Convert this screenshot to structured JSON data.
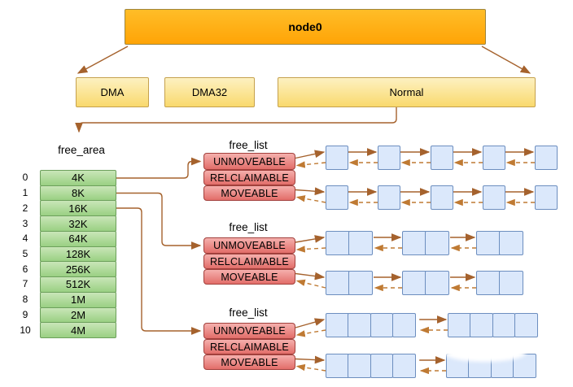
{
  "root": {
    "label": "node0"
  },
  "zones": [
    {
      "label": "DMA"
    },
    {
      "label": "DMA32"
    },
    {
      "label": "Normal"
    }
  ],
  "free_area": {
    "title": "free_area",
    "orders": [
      "0",
      "1",
      "2",
      "3",
      "4",
      "5",
      "6",
      "7",
      "8",
      "9",
      "10"
    ],
    "sizes": [
      "4K",
      "8K",
      "16K",
      "32K",
      "64K",
      "128K",
      "256K",
      "512K",
      "1M",
      "2M",
      "4M"
    ]
  },
  "free_lists": [
    {
      "title": "free_list",
      "categories": [
        "UNMOVEABLE",
        "RELCLAIMABLE",
        "MOVEABLE"
      ],
      "rows": [
        {
          "blocks": 5,
          "cells_per_block": 1
        },
        {
          "blocks": 5,
          "cells_per_block": 1
        }
      ]
    },
    {
      "title": "free_list",
      "categories": [
        "UNMOVEABLE",
        "RELCLAIMABLE",
        "MOVEABLE"
      ],
      "rows": [
        {
          "blocks": 3,
          "cells_per_block": 2
        },
        {
          "blocks": 3,
          "cells_per_block": 2
        }
      ]
    },
    {
      "title": "free_list",
      "categories": [
        "UNMOVEABLE",
        "RELCLAIMABLE",
        "MOVEABLE"
      ],
      "rows": [
        {
          "blocks": 2,
          "cells_per_block": 4
        },
        {
          "blocks": 2,
          "cells_per_block": 4
        }
      ]
    }
  ],
  "colors": {
    "node_fill_top": "#ffbd28",
    "node_fill_bottom": "#ffa406",
    "node_border": "#9d8640",
    "zone_fill_top": "#fdf1c1",
    "zone_fill_bottom": "#f9d96d",
    "zone_border": "#c5a14e",
    "area_fill_top": "#c9e6b8",
    "area_fill_bottom": "#9ad083",
    "area_border": "#6ca05b",
    "list_fill_top": "#f5b0ad",
    "list_fill_bottom": "#e26d69",
    "list_border": "#a2403c",
    "block_fill": "#dbe8fb",
    "block_border": "#6c8ebf",
    "arrow_solid": "#a5622d",
    "arrow_dashed": "#bf7a33"
  }
}
